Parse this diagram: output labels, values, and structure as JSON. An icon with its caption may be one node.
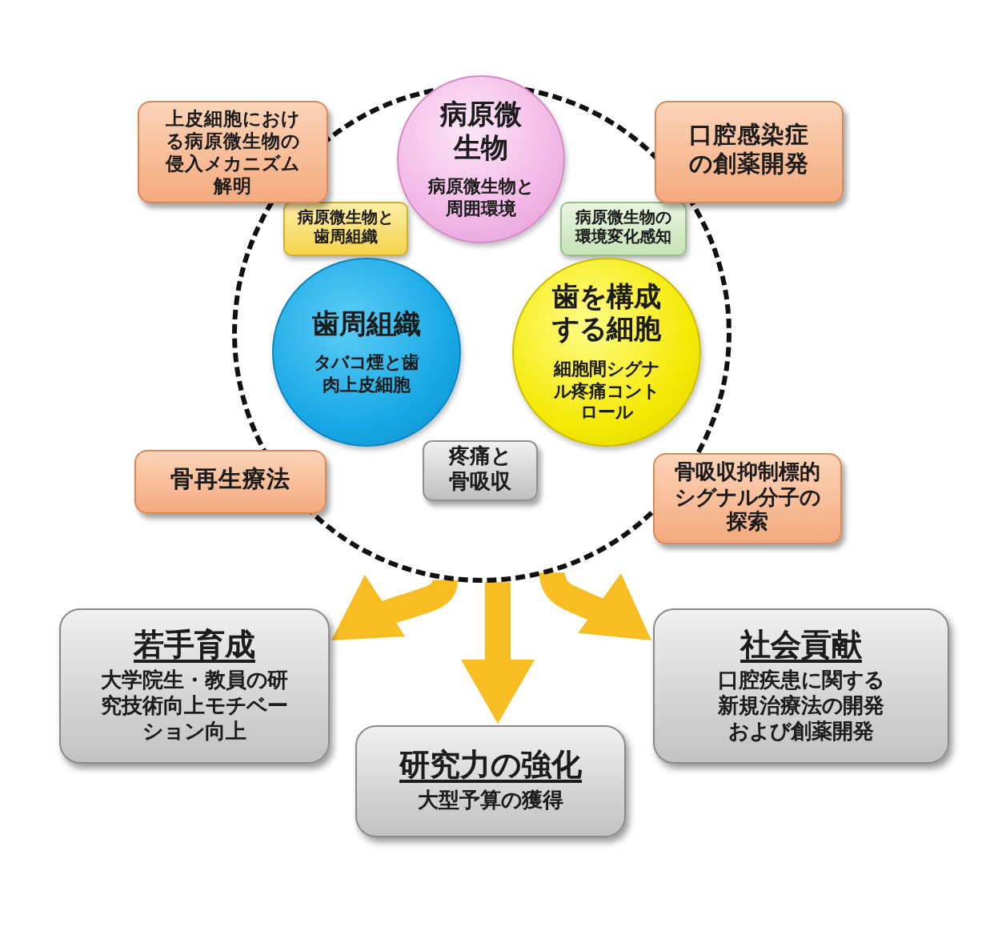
{
  "diagram": {
    "nodes": [
      {
        "text": [],
        "shape": "circle"
      },
      {
        "text": [
          "上皮細胞における病原微生物の侵入メカニズム解明"
        ]
      },
      {
        "text": [
          "病原微生物",
          "病原微生物と周囲環境"
        ],
        "in": 0
      },
      {
        "text": [
          "口腔感染症の創薬開発"
        ]
      },
      {
        "text": [
          "病原微生物と歯周組織"
        ],
        "in": 0
      },
      {
        "text": [
          "病原微生物の環境変化感知"
        ],
        "in": 0
      },
      {
        "text": [
          "歯周組織",
          "タバコ煙と歯肉上皮細胞"
        ],
        "in": 0
      },
      {
        "text": [
          "歯を構成する細胞",
          "細胞間シグナル疼痛コントロール"
        ],
        "in": 0
      },
      {
        "text": [
          "骨再生療法"
        ]
      },
      {
        "text": [
          "疼痛と骨吸収"
        ],
        "in": 0
      },
      {
        "text": [
          "骨吸収抑制標的シグナル分子の探索"
        ]
      },
      {
        "text": [
          "若手育成",
          "大学院生・教員の研究技術向上モチベーション向上"
        ]
      },
      {
        "text": [
          "社会貢献",
          "口腔疾患に関する新規治療法の開発および創薬開発"
        ]
      },
      {
        "text": [
          "研究力の強化",
          "大型予算の獲得"
        ]
      }
    ],
    "edges": [
      {
        "from": 0,
        "to": 11,
        "arrow": "to"
      },
      {
        "from": 0,
        "to": 13,
        "arrow": "to"
      },
      {
        "from": 0,
        "to": 12,
        "arrow": "to"
      }
    ]
  }
}
